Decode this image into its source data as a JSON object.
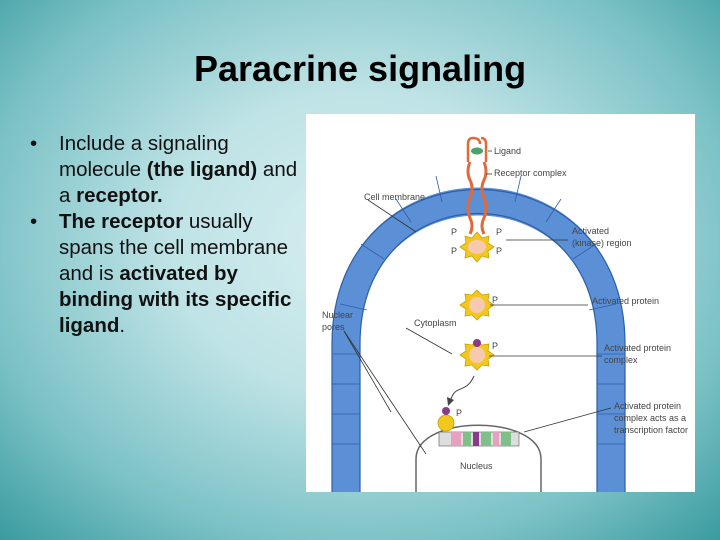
{
  "slide": {
    "title": "Paracrine signaling",
    "bullet1": {
      "t1": "Include a signaling molecule ",
      "b1": "(the ligand)",
      "t2": " and a ",
      "b2": "receptor."
    },
    "bullet2": {
      "b1": "The receptor",
      "t1": " usually spans the cell membrane and is ",
      "b2": "activated by binding with its specific ligand",
      "t2": "."
    },
    "bullet_marker": "•"
  },
  "figure": {
    "labels": {
      "ligand": "Ligand",
      "receptor_complex": "Receptor complex",
      "cell_membrane": "Cell membrane",
      "activated_region_1": "Activated",
      "activated_region_2": "(kinase) region",
      "nuclear_pores_1": "Nuclear",
      "nuclear_pores_2": "pores",
      "cytoplasm": "Cytoplasm",
      "activated_protein": "Activated protein",
      "activated_complex_1": "Activated protein",
      "activated_complex_2": "complex",
      "tf_1": "Activated protein",
      "tf_2": "complex acts as a",
      "tf_3": "transcription factor",
      "nucleus": "Nucleus",
      "p": "P"
    },
    "colors": {
      "membrane": "#5b8fd6",
      "receptor": "#e06a3a",
      "ligand": "#4aa36a",
      "kinase": "#f2c81f",
      "protein": "#f7c9b0",
      "purple": "#8a3a8a"
    }
  }
}
